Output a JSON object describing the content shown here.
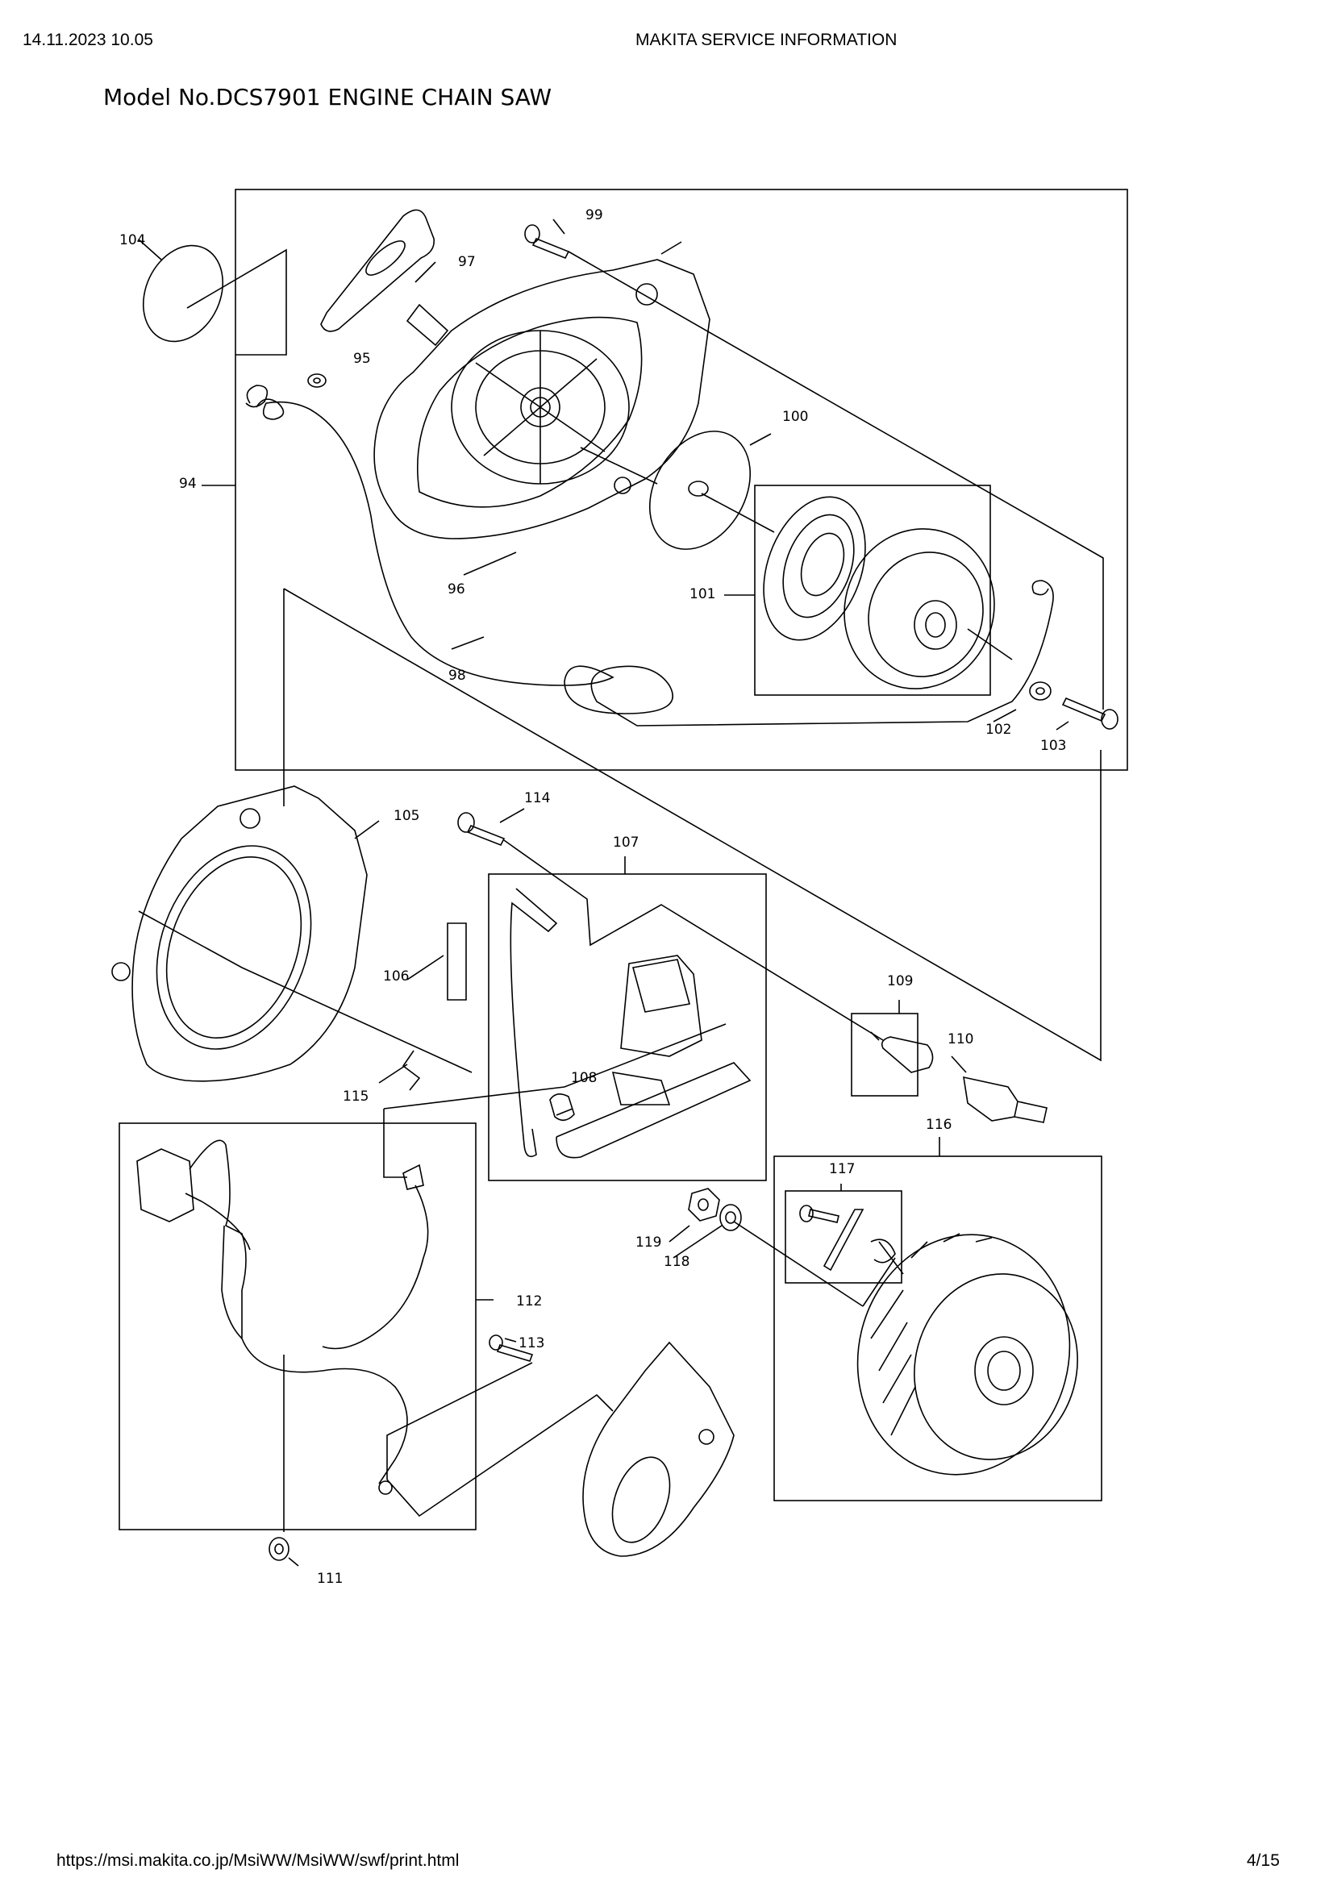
{
  "header": {
    "datetime": "14.11.2023 10.05",
    "title": "MAKITA SERVICE INFORMATION"
  },
  "model_title": "Model No.DCS7901 ENGINE CHAIN SAW",
  "part_numbers": {
    "p94": "94",
    "p95": "95",
    "p96": "96",
    "p97": "97",
    "p98": "98",
    "p99": "99",
    "p100": "100",
    "p101": "101",
    "p102": "102",
    "p103": "103",
    "p104": "104",
    "p105": "105",
    "p106": "106",
    "p107": "107",
    "p108": "108",
    "p109": "109",
    "p110": "110",
    "p111": "111",
    "p112": "112",
    "p113": "113",
    "p114": "114",
    "p115": "115",
    "p116": "116",
    "p117": "117",
    "p118": "118",
    "p119": "119"
  },
  "footer": {
    "url": "https://msi.makita.co.jp/MsiWW/MsiWW/swf/print.html",
    "page": "4/15"
  }
}
